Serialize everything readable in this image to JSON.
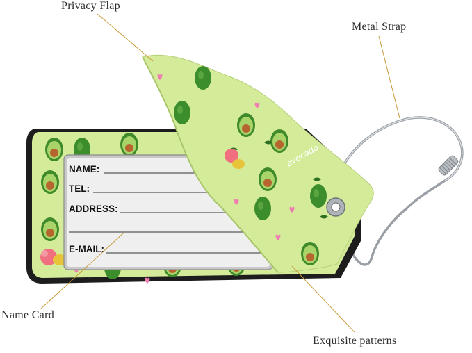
{
  "callouts": {
    "privacy_flap": "Privacy Flap",
    "metal_strap": "Metal Strap",
    "name_card": "Name Card",
    "exquisite_patterns": "Exquisite patterns"
  },
  "name_card": {
    "name": "NAME:",
    "tel": "TEL:",
    "address": "ADDRESS:",
    "email": "E-MAIL:"
  },
  "pattern_text": {
    "word": "avocado"
  },
  "colors": {
    "tag_green": "#d4ec9a",
    "avocado_dark": "#3f8a2a",
    "avocado_light": "#a8d46a",
    "pit": "#b7652f",
    "leader_line": "#c89a3a",
    "heart_pink": "#ef7eb1"
  }
}
